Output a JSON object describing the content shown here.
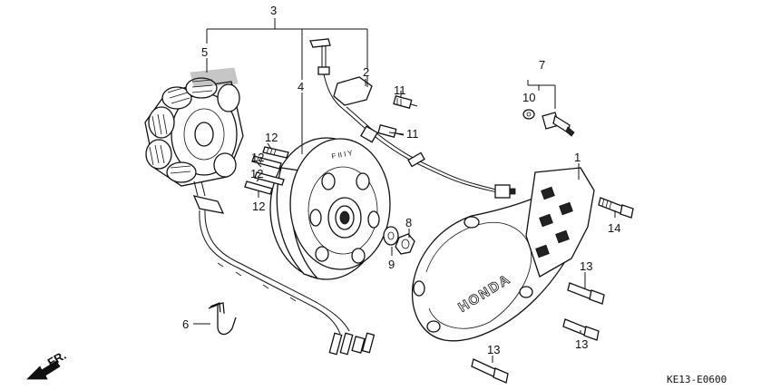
{
  "diagram": {
    "part_labels": [
      "1",
      "2",
      "3",
      "4",
      "5",
      "6",
      "7",
      "8",
      "9",
      "10",
      "11",
      "12",
      "13",
      "14"
    ],
    "extra_labels": {
      "11b": "11",
      "12b": "12",
      "12c": "12",
      "12d": "12",
      "13b": "13",
      "13c": "13"
    },
    "cover_logo": "HONDA",
    "rotor_mark": "F II I Y",
    "direction_arrow": "FR.",
    "diagram_code": "KE13-E0600"
  }
}
